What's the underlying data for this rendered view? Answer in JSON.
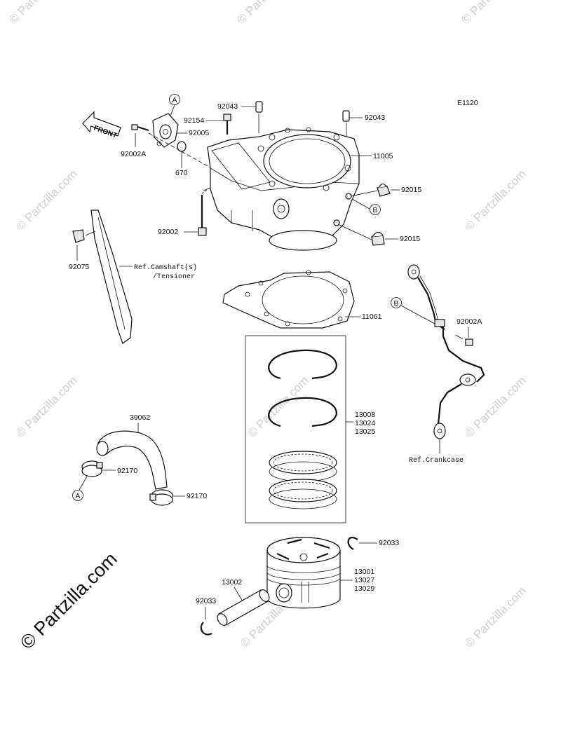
{
  "diagram": {
    "code": "E1120",
    "front_label": "FRONT",
    "copyright": "© Partzilla.com",
    "watermark": "© Partzilla.com",
    "callout_a": "A",
    "callout_b": "B"
  },
  "parts": {
    "p92043_a": "92043",
    "p92043_b": "92043",
    "p92154": "92154",
    "p92005": "92005",
    "p92002a_top": "92002A",
    "p670": "670",
    "p11005": "11005",
    "p92015_a": "92015",
    "p92015_b": "92015",
    "p92002": "92002",
    "p92075": "92075",
    "p11061": "11061",
    "p92002a_right": "92002A",
    "p13008": "13008",
    "p13024": "13024",
    "p13025": "13025",
    "p39062": "39062",
    "p92170_a": "92170",
    "p92170_b": "92170",
    "p92033_a": "92033",
    "p92033_b": "92033",
    "p13001": "13001",
    "p13027": "13027",
    "p13029": "13029",
    "p13002": "13002"
  },
  "refs": {
    "camshaft_1": "Ref.Camshaft(s)",
    "camshaft_2": "/Tensioner",
    "crankcase": "Ref.Crankcase"
  }
}
